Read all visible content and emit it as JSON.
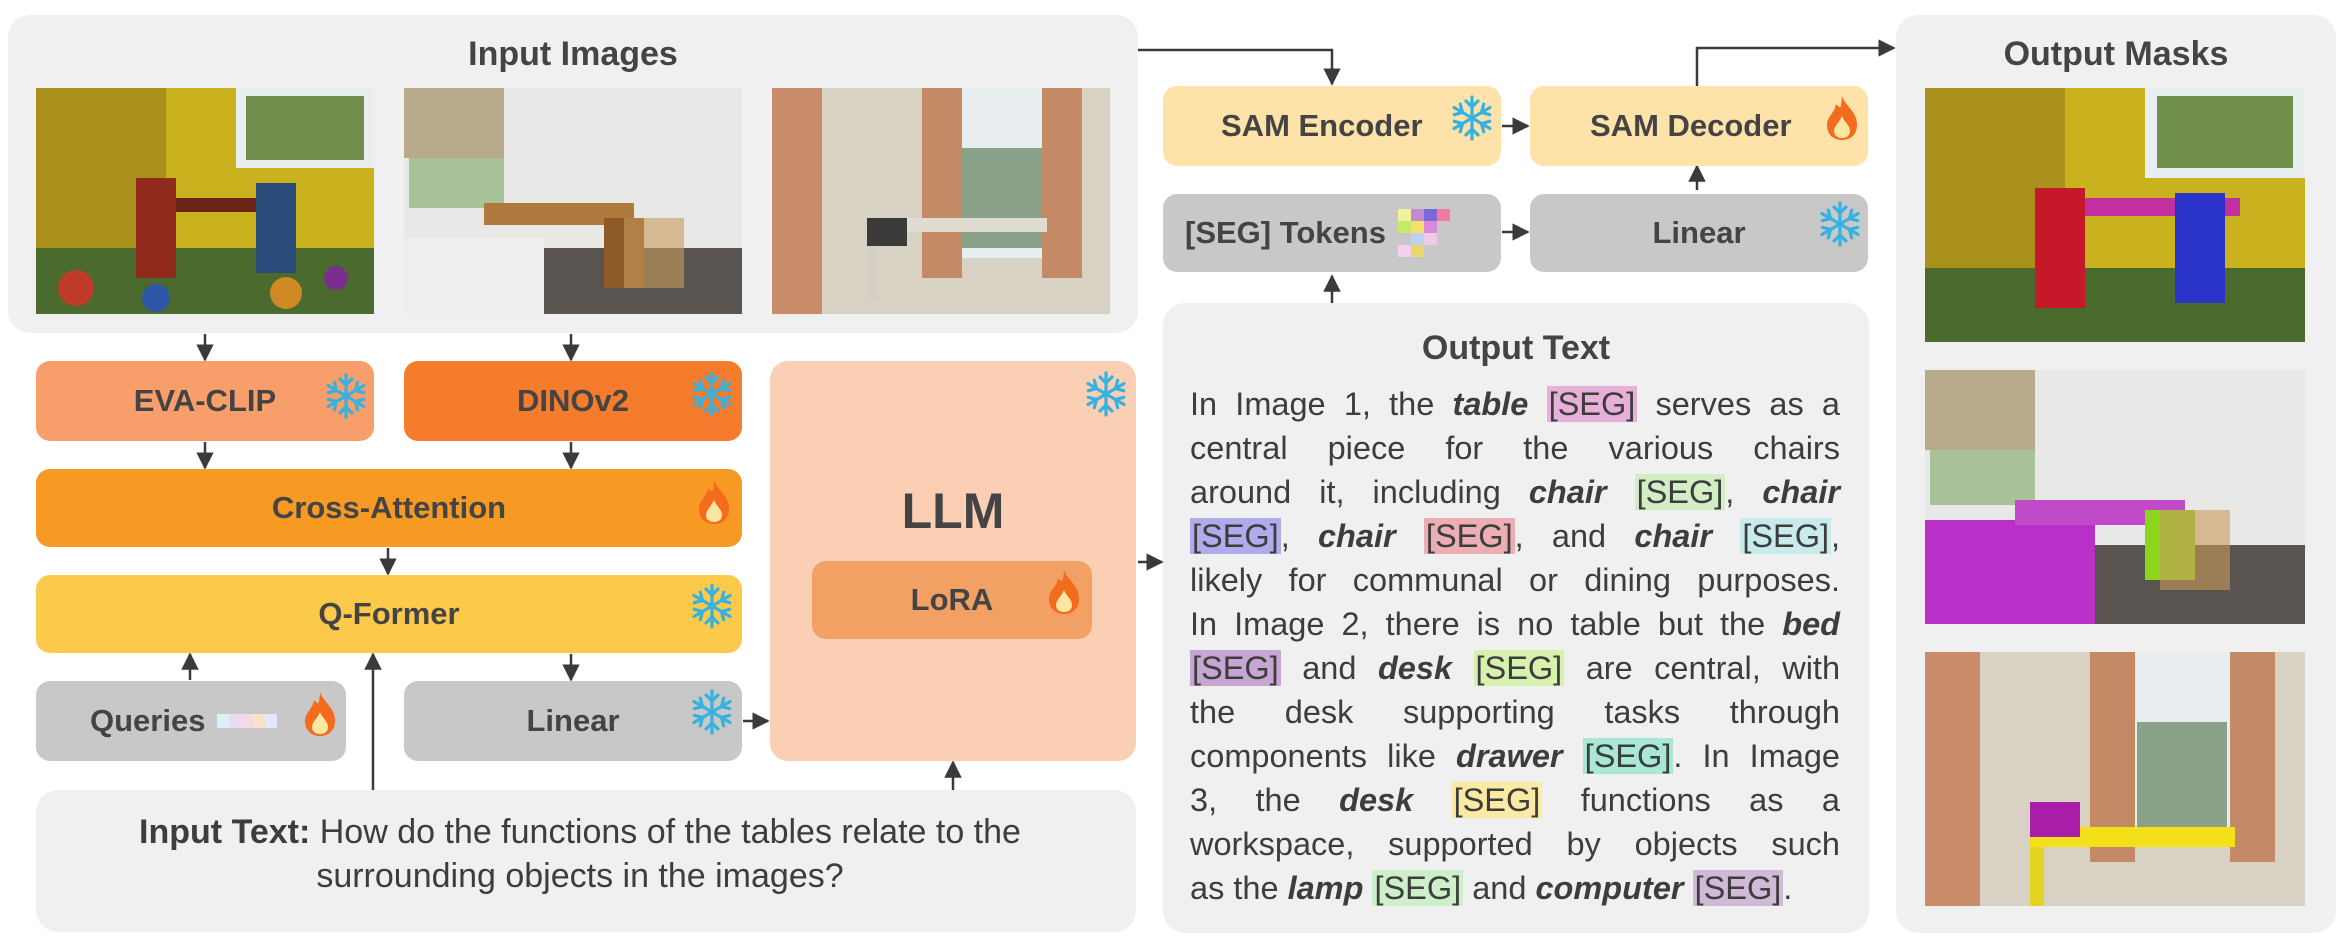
{
  "input_images": {
    "title": "Input Images"
  },
  "output_masks": {
    "title": "Output Masks"
  },
  "encoders": {
    "eva_clip": "EVA-CLIP",
    "dinov2": "DINOv2"
  },
  "modules": {
    "cross_attention": "Cross-Attention",
    "q_former": "Q-Former",
    "queries": "Queries",
    "linear_left": "Linear",
    "llm": "LLM",
    "lora": "LoRA",
    "sam_encoder": "SAM Encoder",
    "sam_decoder": "SAM Decoder",
    "seg_tokens": "[SEG] Tokens",
    "linear_right": "Linear"
  },
  "input_text": {
    "label": "Input Text:",
    "line1": "How do the functions of the tables relate to the",
    "line2": "surrounding objects in the images?"
  },
  "output_text": {
    "title": "Output Text",
    "seg": "[SEG]",
    "t1": "In Image 1, the",
    "w_table": "table",
    "t2": "serves as a",
    "t3": "central piece for the various chairs",
    "t4": "around it, including",
    "w_chair": "chair",
    "comma": ",",
    "t5": ", and",
    "t6": "likely for communal or dining purposes.",
    "t7": "In Image 2, there is no table but the",
    "w_bed": "bed",
    "t8": "and",
    "w_desk": "desk",
    "t9": "are central, with",
    "t10": "the desk supporting tasks through",
    "t11": "components like",
    "w_drawer": "drawer",
    "t12": ". In Image",
    "t13": "3, the",
    "t14": "functions as a",
    "t15": "workspace, supported by objects such",
    "t16": "as the",
    "w_lamp": "lamp",
    "w_computer": "computer",
    "period": "."
  },
  "colors": {
    "panel_bg": "#f0f0f0",
    "eva_clip": "#f79e6a",
    "dinov2": "#f47c2c",
    "cross_attention": "#f79a23",
    "q_former": "#fcca4a",
    "gray_box": "#c8c8c8",
    "llm": "#fbcfb3",
    "lora": "#f2a063",
    "sam_box": "#fde2a9",
    "frozen_icon": "#35b2e0",
    "trainable_icon": "#f36b1c",
    "seg_table": "#e6b0d9",
    "seg_chair1": "#d3eec5",
    "seg_chair2": "#b0acec",
    "seg_chair3": "#ebaeb4",
    "seg_chair4": "#c8ecec",
    "seg_bed": "#c7a6d3",
    "seg_desk": "#d7f2ae",
    "seg_drawer": "#a9e8d7",
    "seg_desk3": "#fbeaa3",
    "seg_lamp": "#cdf0cb",
    "seg_computer": "#d1b9d8"
  },
  "icons": {
    "frozen": "snowflake-icon",
    "trainable": "fire-icon"
  }
}
